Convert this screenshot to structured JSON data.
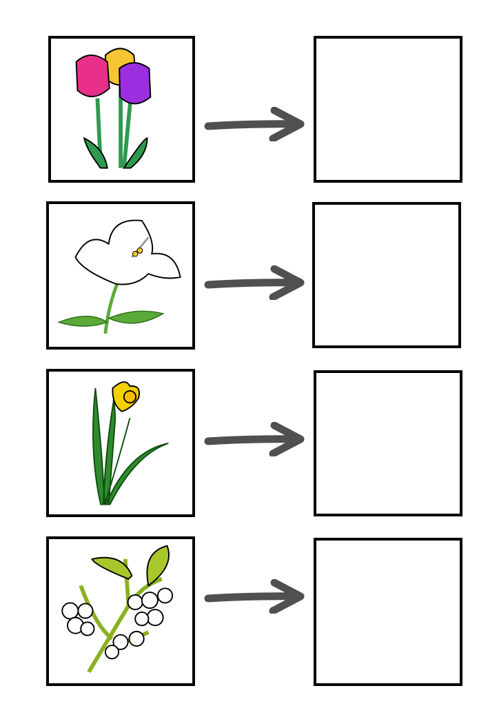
{
  "rows": [
    {
      "picture_icon": "tulips-icon",
      "arrow_icon": "arrow-right-icon",
      "answer_box": "empty"
    },
    {
      "picture_icon": "lily-icon",
      "arrow_icon": "arrow-right-icon",
      "answer_box": "empty"
    },
    {
      "picture_icon": "daffodil-icon",
      "arrow_icon": "arrow-right-icon",
      "answer_box": "empty"
    },
    {
      "picture_icon": "mistletoe-icon",
      "arrow_icon": "arrow-right-icon",
      "answer_box": "empty"
    }
  ],
  "colors": {
    "border": "#000000",
    "arrow": "#505050",
    "stem": "#2e9a4f",
    "tulip_pink": "#e8308a",
    "tulip_yellow": "#f5c534",
    "tulip_purple": "#9b2fe0",
    "daffodil": "#f5d000",
    "mistletoe_leaf": "#a8c72a"
  }
}
